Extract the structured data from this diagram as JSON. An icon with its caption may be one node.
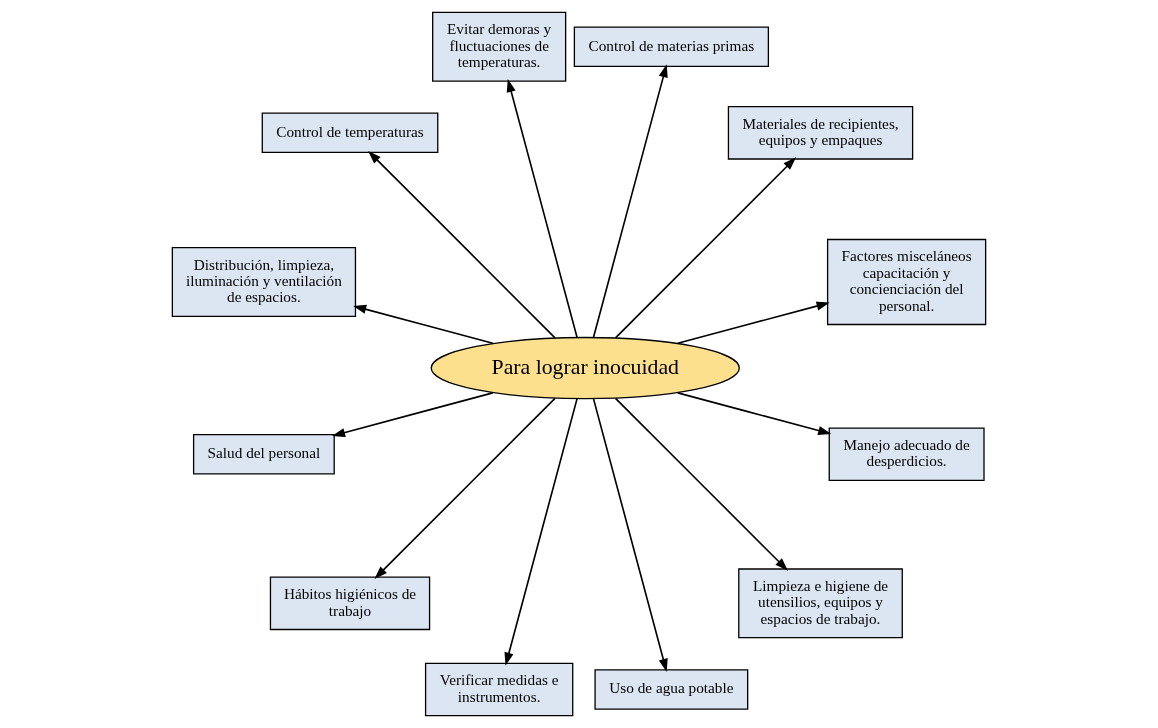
{
  "diagram": {
    "nodes": [
      {
        "text": [
          "Para lograr inocuidad"
        ]
      },
      {
        "text": [
          "Factores misceláneos capacitación y concienciación del personal."
        ]
      },
      {
        "text": [
          "Materiales de recipientes, equipos y empaques"
        ]
      },
      {
        "text": [
          "Control de materias primas"
        ]
      },
      {
        "text": [
          "Evitar demoras y fluctuaciones de temperaturas."
        ]
      },
      {
        "text": [
          "Control de temperaturas"
        ]
      },
      {
        "text": [
          "Distribución, limpieza, iluminación y ventilación de espacios."
        ]
      },
      {
        "text": [
          "Salud del personal"
        ]
      },
      {
        "text": [
          "Hábitos higiénicos de trabajo"
        ]
      },
      {
        "text": [
          "Verificar medidas e instrumentos."
        ]
      },
      {
        "text": [
          "Uso de agua potable"
        ]
      },
      {
        "text": [
          "Limpieza e higiene de utensilios, equipos y espacios de trabajo."
        ]
      },
      {
        "text": [
          "Manejo adecuado de desperdicios."
        ]
      }
    ],
    "edges": [
      {
        "from": 0,
        "to": 1,
        "arrow": "to"
      },
      {
        "from": 0,
        "to": 3,
        "arrow": "to"
      },
      {
        "from": 0,
        "to": 5,
        "arrow": "to"
      },
      {
        "from": 0,
        "to": 7,
        "arrow": "to"
      },
      {
        "from": 0,
        "to": 8,
        "arrow": "to"
      },
      {
        "from": 0,
        "to": 11,
        "arrow": "to"
      },
      {
        "from": 0,
        "to": 12,
        "arrow": "to"
      },
      {
        "from": 0,
        "to": 10,
        "arrow": "to"
      },
      {
        "from": 0,
        "to": 9,
        "arrow": "to"
      },
      {
        "from": 0,
        "to": 6,
        "arrow": "to"
      },
      {
        "from": 0,
        "to": 4,
        "arrow": "to"
      },
      {
        "from": 0,
        "to": 2,
        "arrow": "to"
      }
    ]
  }
}
